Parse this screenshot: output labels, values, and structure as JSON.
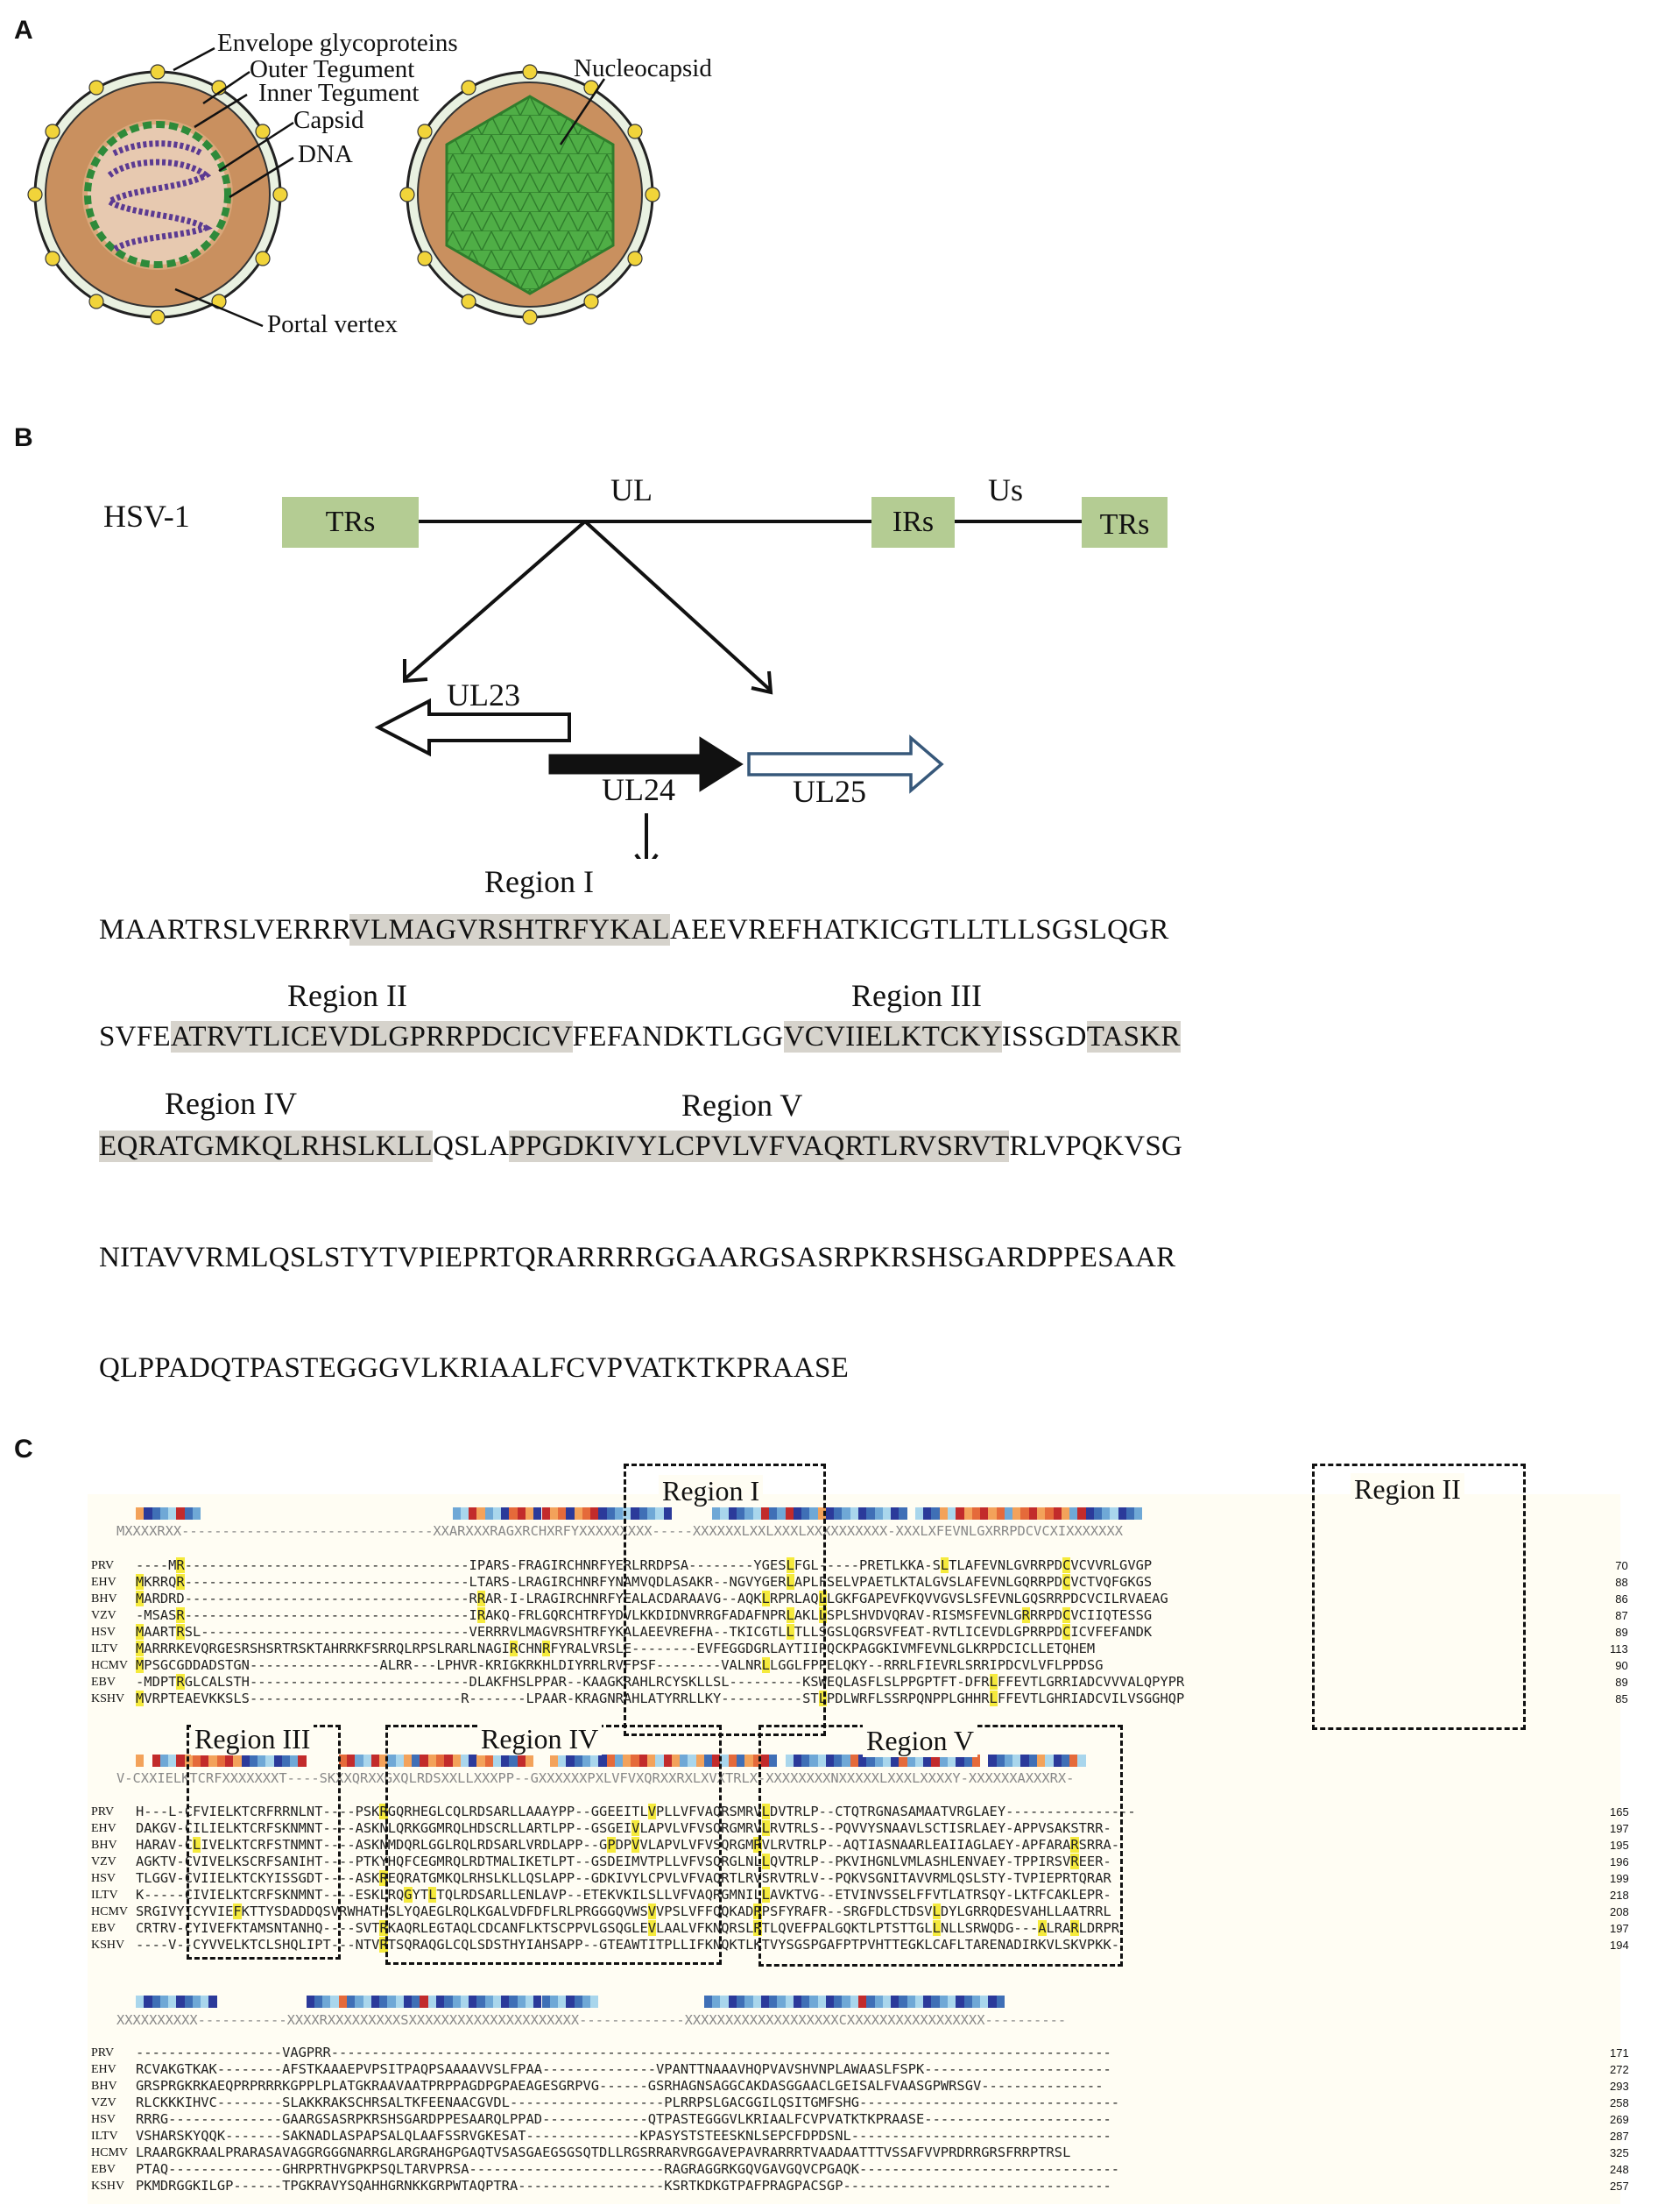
{
  "panels": {
    "a": "A",
    "b": "B",
    "c": "C"
  },
  "panel_a": {
    "labels": {
      "envelope": "Envelope glycoproteins",
      "outer_tegument": "Outer Tegument",
      "inner_tegument": "Inner Tegument",
      "capsid": "Capsid",
      "dna": "DNA",
      "portal_vertex": "Portal vertex",
      "nucleocapsid": "Nucleocapsid"
    }
  },
  "panel_b": {
    "virus": "HSV-1",
    "genome": {
      "trs_left": "TRs",
      "ul": "UL",
      "irs": "IRs",
      "us": "Us",
      "trs_right": "TRs"
    },
    "genes": {
      "ul23": "UL23",
      "ul24": "UL24",
      "ul25": "UL25"
    },
    "regions": {
      "r1": "Region I",
      "r2": "Region II",
      "r3": "Region III",
      "r4": "Region IV",
      "r5": "Region V"
    },
    "sequence": {
      "l1": {
        "a": "MAARTRSLVERRR",
        "h1": "VLMAGVRSHTRFYKAL",
        "b": "AEEVREFHATKICGTLLTLLSGSLQGR"
      },
      "l2": {
        "a": "SVFE",
        "h1": "ATRVTLICEVDLGPRRPDCICV",
        "b": "FEFANDKTLGG",
        "h2": "VCVIIELKTCKY",
        "c": "ISSGD",
        "h3": "TASKR"
      },
      "l3": {
        "h1": "EQRATGMKQLRHSLKLL",
        "a": "QSLA",
        "h2": "PPGDKIVYLCPVLVFVAQRTLRVSRVT",
        "b": "RLVPQKVSG"
      },
      "l4": "NITAVVRMLQSLSTYTVPIEPRTQRARRRRGGAARGSASRPKRSHSGARDPPESAAR",
      "l5": "QLPPADQTPASTEGGGVLKRIAALFCVPVATKTKPRAASE"
    }
  },
  "panel_c": {
    "box_labels": {
      "r1": "Region I",
      "r2": "Region II",
      "r3": "Region III",
      "r4": "Region IV",
      "r5": "Region V"
    },
    "species": [
      "PRV",
      "EHV",
      "BHV",
      "VZV",
      "HSV",
      "ILTV",
      "HCMV",
      "EBV",
      "KSHV"
    ],
    "block1": {
      "consensus": "MXXXXRXX-------------------------------XXARXXXRAGXRCHXRFYXXXXXXXXX-----XXXXXXLXXLXXXLXXXXXXXXXX-XXXLXFEVNLGXRRPDCVCXIXXXXXXX",
      "rows": [
        "----MR-----------------------------------IPARS-FRAGIRCHNRFYERLRRDPSA--------YGESLFGL-----PRETLKKA-SLTLAFEVNLGVRRPDCVCVVRLGVGP",
        "MKRRQR-----------------------------------LTARS-LRAGIRCHNRFYNAMVQDLASAKR--NGVYGERLAPLFSELVPAETLKTALGVSLAFEVNLGQRRPDCVCTVQFGKGS",
        "MARDRD-----------------------------------RRAR-I-LRAGIRCHNRFYEALACDARAAVG--AQKLRPRLAQLLGKFGAPEVFKQVVGVSLSFEVNLGQSRRPDCVCILRVAEAG",
        "-MSASR-----------------------------------IRAKQ-FRLGQRCHTRFYDVLKKDIDNVRRGFADAFNPRLAKLLSPLSHVDVQRAV-RISMSFEVNLGRRRPDCVCIIQTESSG",
        "MAARTRSL---------------------------------VERRRVLMAGVRSHTRFYKALAEEVREFHA--TKICGTLLTLLSGSLQGRSVFEAT-RVTLICEVDLGPRRPDCICVFEFANDK",
        "MARRRKEVQRGESRSHSRTRSKTAHRRKFSRRQLRPSLRARLNAGIRCHNRFYRALVRSLE--------EVFEGGDGRLAYTIIPQCKPAGGKIVMFEVNLGLKRPDCICLLETQHEM",
        "MPSGCGDDADSTGN----------------ALRR---LPHVR-KRIGKRKHLDIYRRLRVFPSF--------VALNRLLGGLFPPELQKY--RRRLFIEVRLSRRIPDCVLVFLPPDSG",
        "-MDPTRGLCALSTH---------------------------DLAKFHSLPPAR--KAAGKRAHLRCYSKLLSL---------KSWEQLASFLSLPPGPTFT-DFRLFFEVTLGRRIADCVVVALQPYPR",
        "MVRPTEAEVKKSLS--------------------------R-------LPAAR-KRAGNRAHLATYRRLLKY----------STLPDLWRFLSSRPQNPPLGHHRLFFEVTLGHRIADCVILVSGGHQP"
      ],
      "nums": [
        "70",
        "88",
        "86",
        "87",
        "89",
        "113",
        "90",
        "89",
        "85"
      ]
    },
    "block2": {
      "consensus": "V-CXXIELKTCRFXXXXXXXT----SKXXQRXXGXQLRDSXXLLXXXPP--GXXXXXXPXLVFVXQRXXRXLXVXTRLX-XXXXXXXXNXXXXXLXXXLXXXXY-XXXXXXAXXXRX-",
      "rows": [
        "H---L-CFVIELKTCRFRRNLNT----PSKRGQRHEGLCQLRDSARLLAAAYPP--GGEEITLVPLLVFVAQRSMRVLDVTRLP--CTQTRGNASAMAATVRGLAEY----------------",
        "DAKGV-CILIELKTCRFSKNMNT----ASKNLQRKGGMRQLHDSCRLLARTLPP--GSGEIVLAPVLVFVSQRGMRVLRVTRLS--PQVVYSNAAVLSCTISRLAEY-APPVSAKSTRR-",
        "HARAV-CLIVELKTCRFSTNMNT----ASKNMDQRLGGLRQLRDSARLVRDLAPP--GPDPVVLAPVLVFVSQRGMRVLRVTRLP--AQTIASNAARLEAIIAGLAEY-APFARARSRRA-",
        "AGKTV-CVIVELKSCRFSANIHT----PTKYHQFCEGMRQLRDTMALIKETLPT--GSDEIMVTPLLVFVSQRGLNLLQVTRLP--PKVIHGNLVMLASHLENVAEY-TPPIRSVREER-",
        "TLGGV-CVIIELKTCKYISSGDT----ASKREQRATGMKQLRHSLKLLQSLAPP--GDKIVYLCPVLVFVAQRTLRVSRVTRLV--PQKVSGNITAVVRMLQSLSTY-TVPIEPRTQRAR",
        "K-----CIVIELKTCRFSKNMNT----ESKLRQGYTLTQLRDSARLLENLAVP--ETEKVKILSLLVFVAQRGMNILLAVKTVG--ETVINVSSELFFVTLATRSQY-LKTFCAKLEPR-",
        "SRGIVYICYVIEFKTTYSDADDQSVRWHATHSLYQAEGLRQLKGALVDFDFLRLPRGGGQVWSVVPSLVFFQQKADRPSFYRAFR--SRGFDLCTDSVLDYLGRRQDESVAHLLAATRRL",
        "CRTRV-CYIVEFKTAMSNTANHQ----SVTRKAQRLEGTAQLCDCANFLKTSCPPVLGSQGLEVLAALVFKNQRSLRTLQVEFPALGQKTLPTSTTGLLNLLSRWQDG---ALRARLDRPR",
        "----V--CYVVELKTCLSHQLIPT---NTVRTSQRAQGLCQLSDSTHYIAHSAPP--GTEAWTITPLLIFKNQKTLKTVYSGSPGAFPTPVHTTEGKLCAFLTARENADIRKVLSKVPKK-"
      ],
      "nums": [
        "165",
        "197",
        "195",
        "196",
        "199",
        "218",
        "208",
        "197",
        "194"
      ]
    },
    "block3": {
      "consensus": "XXXXXXXXXX-----------XXXXRXXXXXXXXXSXXXXXXXXXXXXXXXXXXXXX-------------XXXXXXXXXXXXXXXXXXXCXXXXXXXXXXXXXXXXX----------",
      "rows": [
        "------------------VAGPRR------------------------------------------------------------------------------------------------",
        "RCVAKGTKAK--------AFSTKAAAEPVPSITPAQPSAAAAVVSLFPAA--------------VPANTTNAAAVHQPVAVSHVNPLAWAASLFSPK-----------------------",
        "GRSPRGKRKAEQPRPRRRKGPPLPLATGKRAAVAATPRPPAGDPGPAEAGESGRPVG------GSRHAGNSAGGCAKDASGGAACLGEISALFVAASGPWRSGV---------------",
        "RLCKKKIHVC--------SLAKKRAKSCHRSALTKFEENAACGVDL-------------------PLRRPSLGACGGILQSITGMFSHG--------------------------------",
        "RRRG--------------GAARGSASRPKRSHSGARDPPESAARQLPPAD-------------QTPASTEGGGVLKRIAALFCVPVATKTKPRAASE-----------------------",
        "VSHARSKYQQK-------SAKNADLASPAPSALQLAAFSSRVGKESAT--------------KPASYSTSTEESKNLSEPCFDPDSNL--------------------------------",
        "LRAARGKRAALPRARASAVAGGRGGGNARRGLARGRAHGPGAQTVSASGAEGSGSQTDLLRGSRRARVRGGAVEPAVRARRRTVAADAATTTVSSAFVVPRDRRGRSFRRPTRSL",
        "PTAQ--------------GHRPRTHVGPKPSQLTARVPRSA------------------------RAGRAGGRKGQVGAVGQVCPGAQK--------------------------------",
        "PKMDRGGKILGP------TPGKRAVYSQAHHGRNKKGRPWTAQPTRA------------------KSRTKDKGTPAFPRAGPACSGP---------------------------------"
      ],
      "nums": [
        "171",
        "272",
        "293",
        "258",
        "269",
        "287",
        "325",
        "248",
        "257"
      ]
    }
  }
}
